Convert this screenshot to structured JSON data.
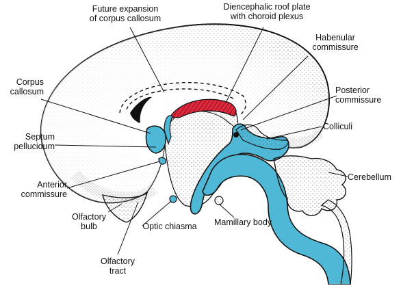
{
  "labels": {
    "future_expansion": "Future expansion\nof corpus callosum",
    "diencephalic_roof": "Diencephalic roof plate\nwith choroid plexus",
    "habenular": "Habenular\ncommissure",
    "corpus_callosum": "Corpus\ncallosum",
    "posterior_commissure": "Posterior\ncommissure",
    "colliculi": "Colliculi",
    "septum": "Septum\npellucidum",
    "cerebellum": "Cerebellum",
    "anterior_commissure": "Anterior\ncommissure",
    "olfactory_bulb": "Olfactory\nbulb",
    "optic_chiasma": "Optic chiasma",
    "mamillary_body": "Mamillary body",
    "olfactory_tract": "Olfactory\ntract"
  },
  "colors": {
    "ventricle_blue": "#4fb8d6",
    "choroid_red": "#e0283c",
    "outline": "#111111",
    "tissue": "#ffffff"
  }
}
